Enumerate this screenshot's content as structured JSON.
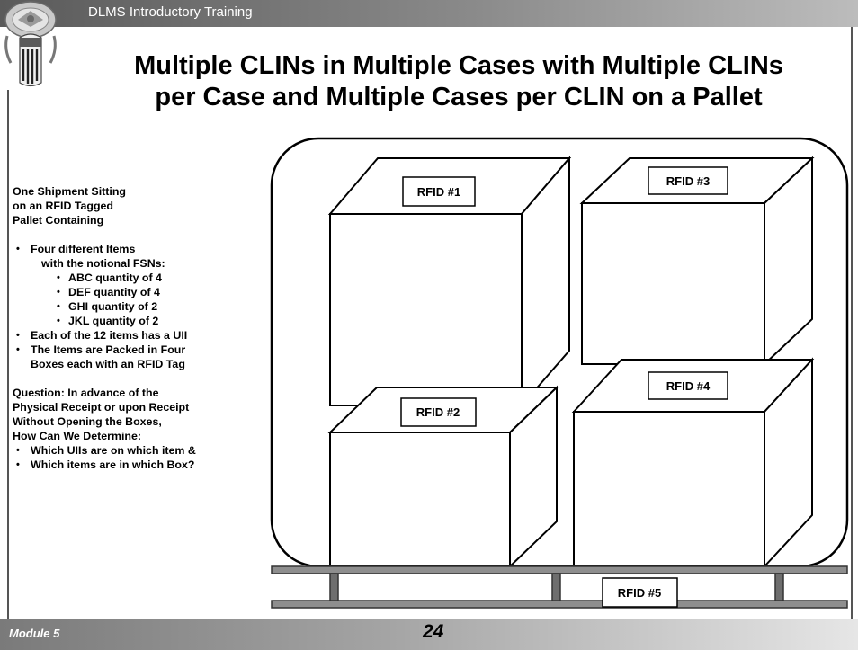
{
  "header": {
    "title": "DLMS Introductory Training"
  },
  "slide": {
    "title_line1": "Multiple CLINs in Multiple Cases with Multiple CLINs",
    "title_line2": "per Case and Multiple Cases per CLIN on a Pallet"
  },
  "left_panel": {
    "intro_lines": [
      "One Shipment Sitting",
      "on an RFID Tagged",
      "Pallet Containing"
    ],
    "bullet_items_a": "Four different Items",
    "bullet_items_b": "with the notional FSNs:",
    "sub_bullets": [
      "ABC quantity of 4",
      "DEF quantity of 4",
      "GHI  quantity of 2",
      "JKL  quantity of 2"
    ],
    "bullet_uii": "Each of the 12 items has a UII",
    "bullet_packed_a": "The Items are Packed in Four",
    "bullet_packed_b": "Boxes each with an RFID Tag",
    "question_lines": [
      "Question:  In advance of the",
      "Physical Receipt or upon Receipt",
      "Without Opening the Boxes,",
      "How Can We Determine:"
    ],
    "question_bullets": [
      "Which UIIs are on which item &",
      "Which items are in which Box?"
    ]
  },
  "diagram": {
    "rfid_labels": [
      "RFID #1",
      "RFID #2",
      "RFID #3",
      "RFID #4",
      "RFID #5"
    ]
  },
  "footer": {
    "module": "Module 5",
    "page_number": "24"
  }
}
